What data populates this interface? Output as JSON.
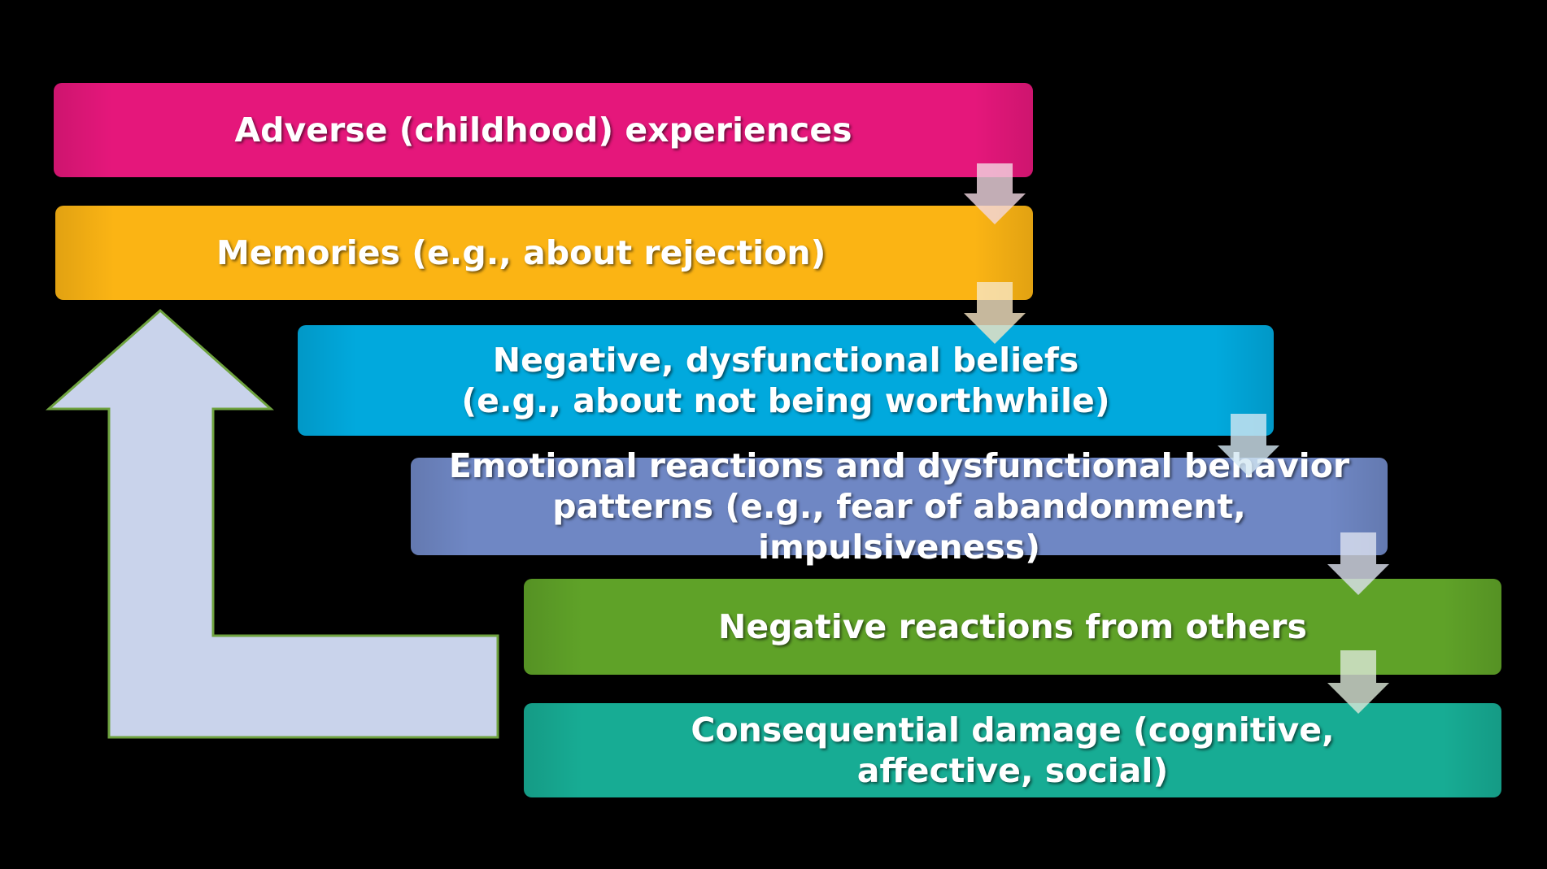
{
  "diagram": {
    "background": "#000000",
    "steps": [
      {
        "id": "adverse-experiences",
        "lines": [
          "Adverse (childhood) experiences"
        ],
        "color": "#e5177b"
      },
      {
        "id": "memories",
        "lines": [
          "Memories (e.g., about rejection)"
        ],
        "color": "#fbb414"
      },
      {
        "id": "negative-beliefs",
        "lines": [
          "Negative, dysfunctional beliefs",
          "(e.g., about not being worthwhile)"
        ],
        "color": "#01a9dd"
      },
      {
        "id": "emotional-reactions",
        "lines": [
          "Emotional reactions and dysfunctional behavior",
          "patterns (e.g., fear of abandonment, impulsiveness)"
        ],
        "color": "#6f87c4"
      },
      {
        "id": "negative-reactions",
        "lines": [
          "Negative reactions from others"
        ],
        "color": "#5fa228"
      },
      {
        "id": "consequential-damage",
        "lines": [
          "Consequential damage (cognitive,",
          "affective, social)"
        ],
        "color": "#17ac94"
      }
    ],
    "down_arrow_color": "#e6e6e6",
    "feedback_arrow": {
      "fill": "#c9d3eb",
      "stroke": "#6ea23f",
      "icon": "feedback-loop-arrow-icon"
    }
  }
}
